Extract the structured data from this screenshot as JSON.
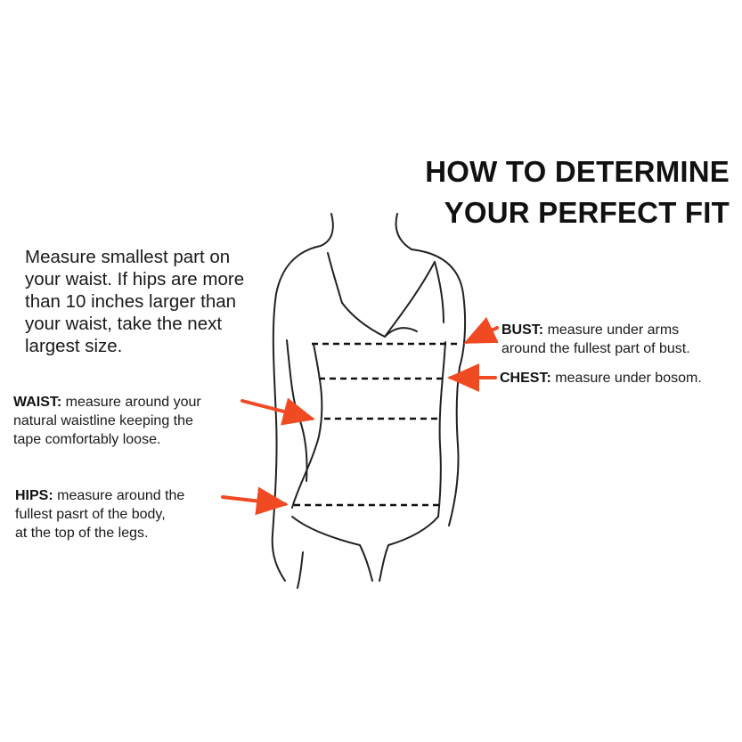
{
  "title": {
    "line1": "HOW TO DETERMINE",
    "line2": "YOUR PERFECT FIT"
  },
  "intro": {
    "lines": [
      "Measure smallest part on",
      "your waist. If hips are more",
      "than 10 inches larger than",
      "your waist, take the next",
      "largest size."
    ]
  },
  "callouts": {
    "bust": {
      "label": "BUST:",
      "line1": "measure under arms",
      "line2": "around the fullest part of bust."
    },
    "chest": {
      "label": "CHEST:",
      "line1": "measure under bosom."
    },
    "waist": {
      "label": "WAIST:",
      "line1": "measure around your",
      "line2": "natural waistline keeping the",
      "line3": "tape comfortably loose."
    },
    "hips": {
      "label": "HIPS:",
      "line1": "measure around the",
      "line2": "fullest pasrt of the body,",
      "line3": "at the top of the legs."
    }
  },
  "colors": {
    "arrow": "#f04a23",
    "outline": "#222222",
    "measure_line": "#111111"
  },
  "icons": [
    "body-outline-illustration",
    "red-arrow-icon"
  ]
}
